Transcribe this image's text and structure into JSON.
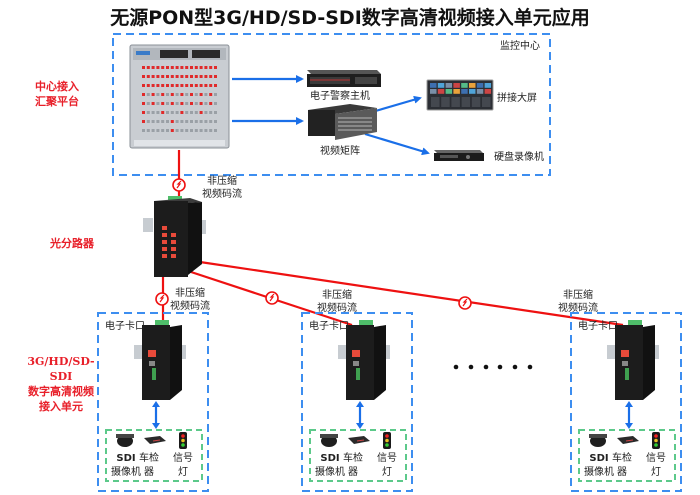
{
  "title": "无源PON型3G/HD/SD-SDI数字高清视频接入单元应用",
  "side_labels": {
    "center": [
      "中心接入",
      "汇聚平台"
    ],
    "splitter": "光分路器",
    "unit": [
      "3G/HD/SD-SDI",
      "数字高清视频",
      "接入单元"
    ]
  },
  "monitor_center": {
    "label": "监控中心",
    "devices": {
      "police_host": "电子警察主机",
      "video_matrix": "视频矩阵",
      "video_wall": "拼接大屏",
      "dvr": "硬盘录像机"
    }
  },
  "stream_label": [
    "非压缩",
    "视频码流"
  ],
  "checkpoints": [
    {
      "label": "电子卡口",
      "devices": [
        {
          "line1": "SDI",
          "line2": "摄像机"
        },
        {
          "line1": "车检",
          "line2": "器"
        },
        {
          "line1": "信号",
          "line2": "灯"
        }
      ]
    },
    {
      "label": "电子卡口",
      "devices": [
        {
          "line1": "SDI",
          "line2": "摄像机"
        },
        {
          "line1": "车检",
          "line2": "器"
        },
        {
          "line1": "信号",
          "line2": "灯"
        }
      ]
    },
    {
      "label": "电子卡口",
      "devices": [
        {
          "line1": "SDI",
          "line2": "摄像机"
        },
        {
          "line1": "车检",
          "line2": "器"
        },
        {
          "line1": "信号",
          "line2": "灯"
        }
      ]
    }
  ],
  "ellipsis": "• • • • • •",
  "colors": {
    "fiber": "#ee1111",
    "link": "#1a6fe8",
    "center_box": "#3d8ef0",
    "device_box": "#5cc98a",
    "red_label": "#e8202a"
  }
}
